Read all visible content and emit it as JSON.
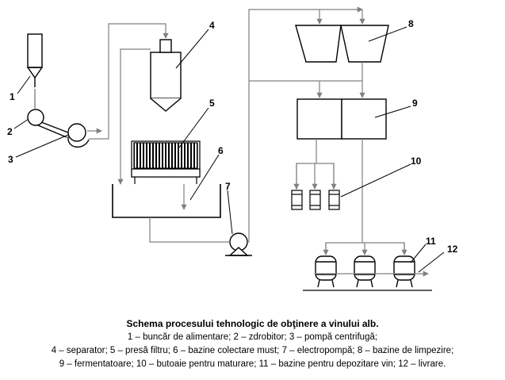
{
  "numbers": {
    "n1": "1",
    "n2": "2",
    "n3": "3",
    "n4": "4",
    "n5": "5",
    "n6": "6",
    "n7": "7",
    "n8": "8",
    "n9": "9",
    "n10": "10",
    "n11": "11",
    "n12": "12"
  },
  "caption": {
    "title": "Schema procesului tehnologic de obţinere a vinului alb.",
    "line1": "1 – buncăr de alimentare; 2 – zdrobitor; 3 – pompă centrifugă;",
    "line2": "4 – separator; 5 – presă filtru; 6 – bazine colectare must; 7 – electropompă; 8 – bazine de limpezire;",
    "line3": "9 – fermentatoare; 10 – butoaie pentru maturare; 11 – bazine pentru depozitare vin; 12 – livrare."
  },
  "colors": {
    "background": "#ffffff",
    "stroke": "#000000",
    "flow_pipe": "#808080"
  }
}
